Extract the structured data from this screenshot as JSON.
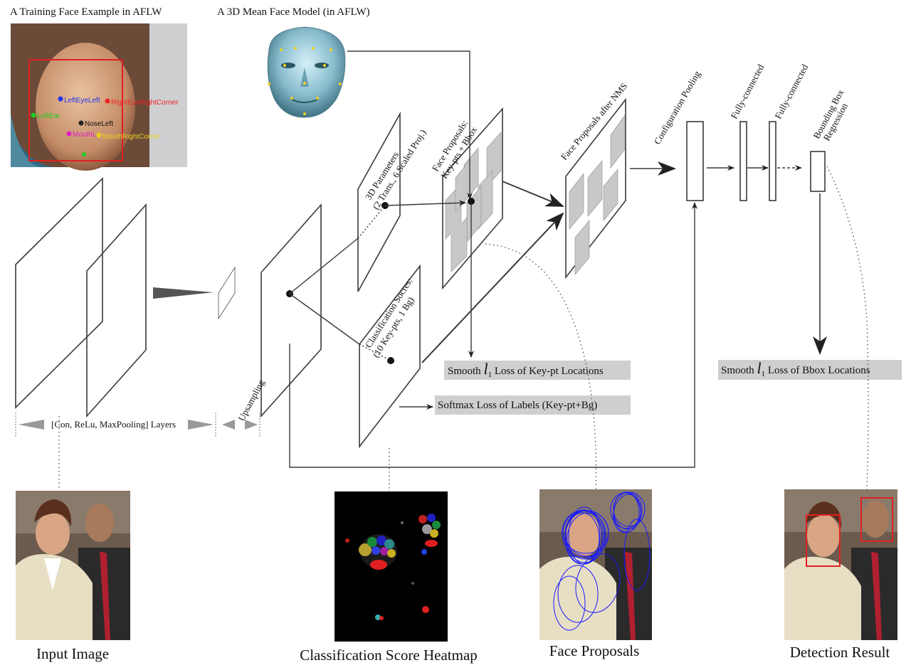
{
  "titles": {
    "training_face": "A Training Face Example in AFLW",
    "mean_face": "A 3D Mean Face Model (in AFLW)"
  },
  "landmarks": {
    "left_eye_left": "LeftEyeLeft",
    "right_eye_right": "RightEyeRightCorner",
    "left_ear": "LeftEar",
    "nose_left": "NoseLeft",
    "mouth_left": "MouthL",
    "mouth_right": "MouthRightCorner"
  },
  "layers": {
    "params_3d": [
      "3D Parameters",
      "(2 Trans., 6 Scaled Proj.)"
    ],
    "cls_scores": [
      "Classification Socres:",
      "(10 Key-pts, 1 Bg)"
    ],
    "face_proposals": [
      "Face Proposals:",
      "Key-pts + Bbox"
    ],
    "after_nms": "Face Proposals after NMS",
    "config_pooling": "Configuration Pooling",
    "fc1": "Fully-connected",
    "fc2": "Fully-connected",
    "bbox_regression": [
      "Bounding Box",
      "Regression"
    ],
    "upsampling": "Upsampling",
    "conv_layers": "[Con, ReLu, MaxPooling] Layers"
  },
  "losses": {
    "keypoint": {
      "prefix": "Smooth ",
      "symbol": "l",
      "sub": "1",
      "suffix": " Loss of Key-pt Locations"
    },
    "softmax": "Softmax Loss of Labels (Key-pt+Bg)",
    "bbox": {
      "prefix": "Smooth ",
      "symbol": "l",
      "sub": "1",
      "suffix": " Loss of Bbox Locations"
    }
  },
  "captions": {
    "input": "Input Image",
    "heatmap": "Classification Score Heatmap",
    "proposals": "Face Proposals",
    "detection": "Detection Result"
  },
  "colors": {
    "line": "#3a3a3a",
    "loss_box": "#cfcfcf",
    "proposal_fill": "#c8c8c8",
    "bbox_red": "#e02020",
    "ellipse_blue": "#1a1aff"
  }
}
